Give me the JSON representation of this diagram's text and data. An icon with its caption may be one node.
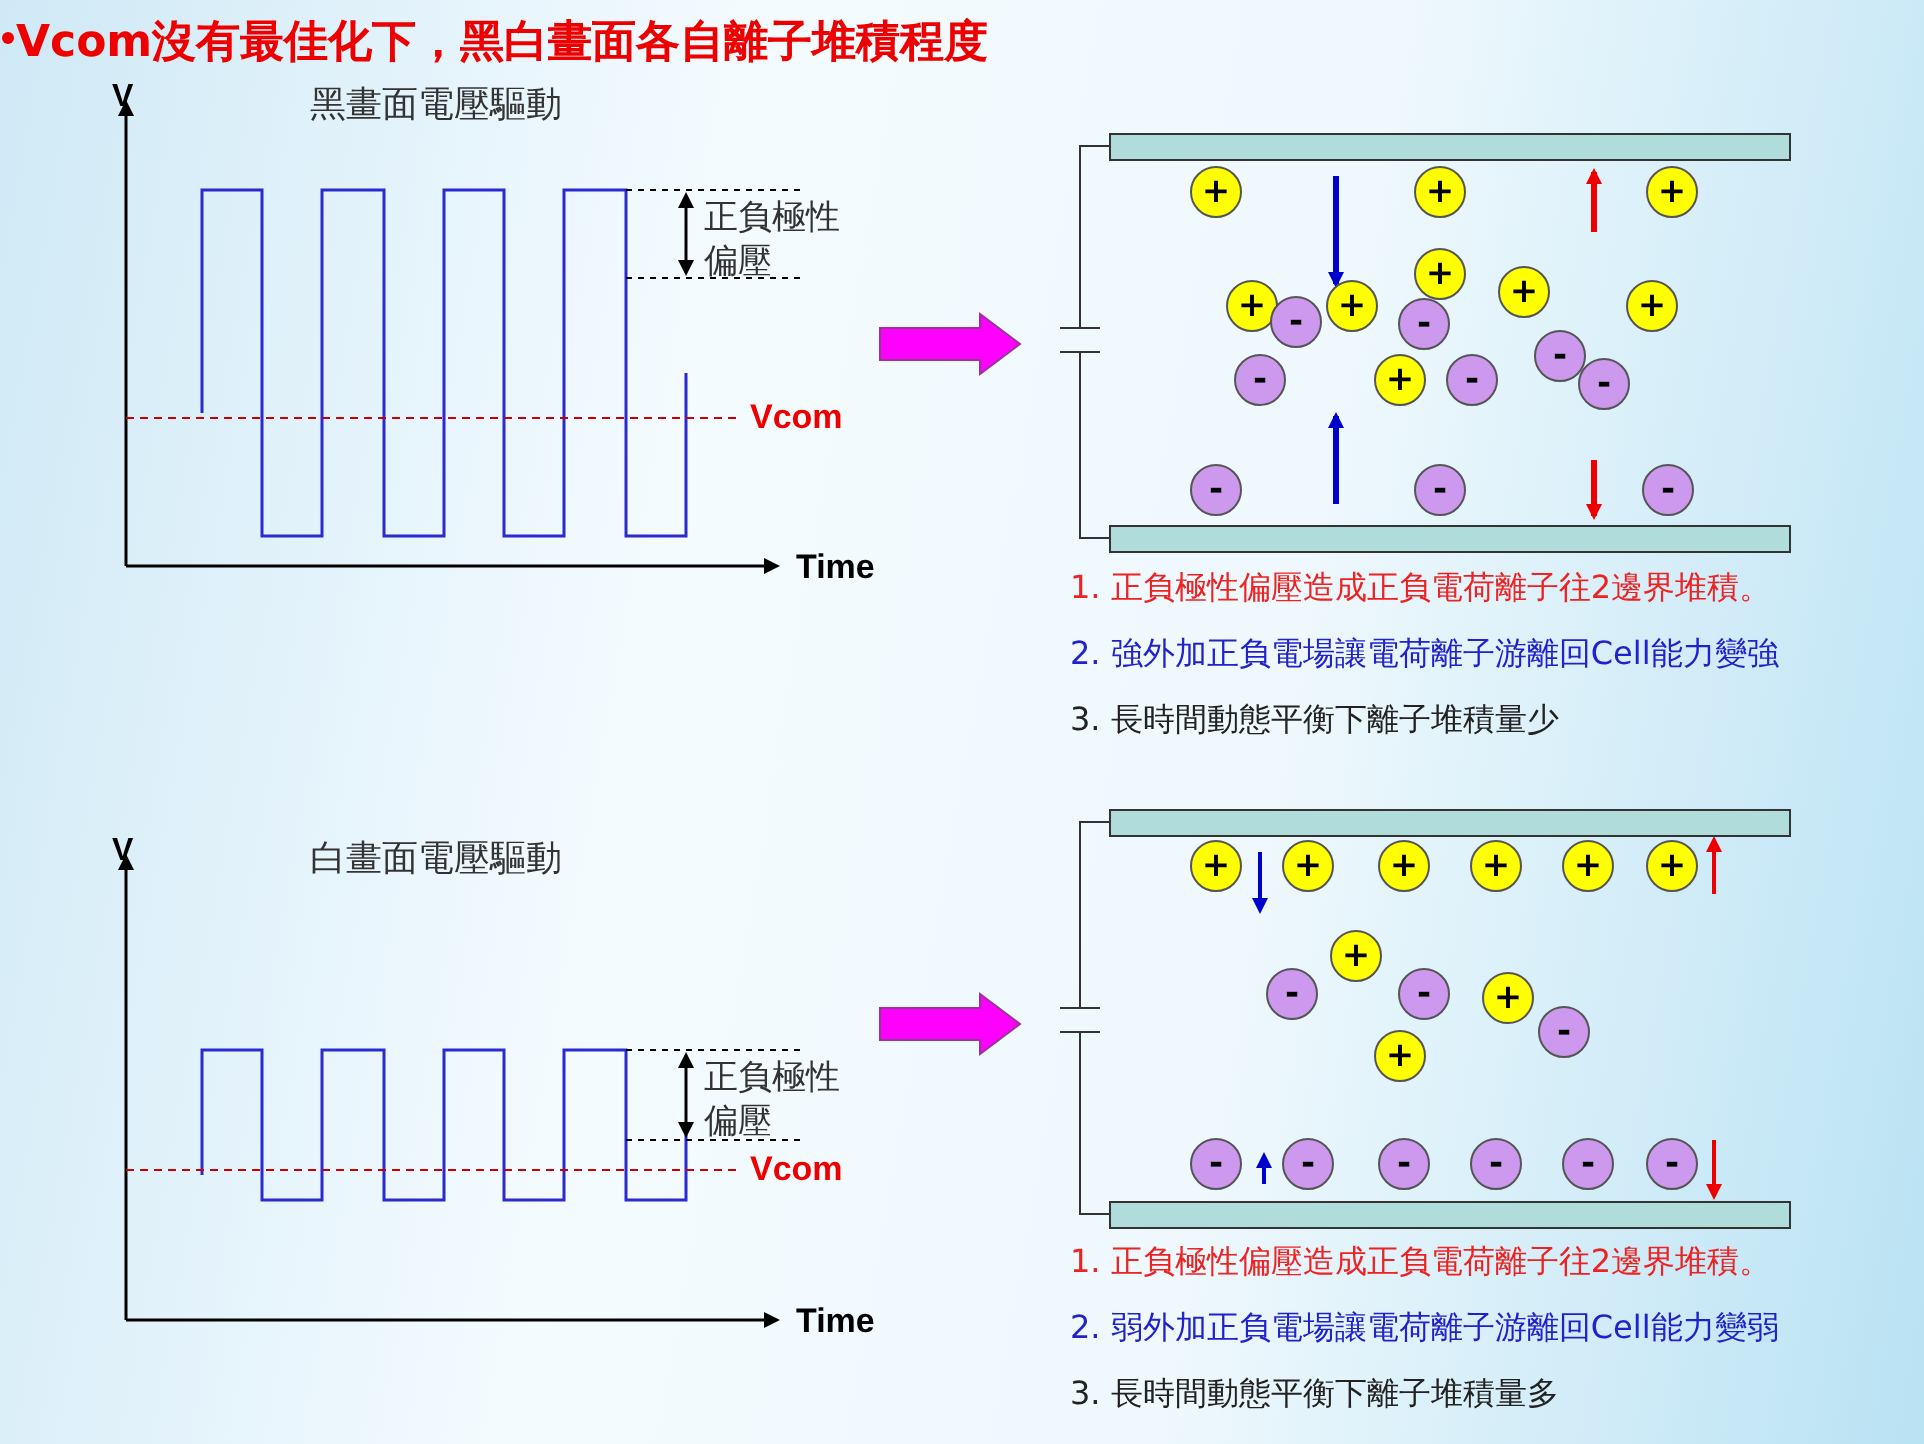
{
  "diagram": {
    "title": "Vcom沒有最佳化下，黑白畫面各自離子堆積程度",
    "nodes": [
      {
        "text": [],
        "shape": "bar"
      },
      {
        "text": [
          "+"
        ]
      },
      {
        "text": [
          "+"
        ]
      },
      {
        "text": [
          "+"
        ]
      },
      {
        "text": [
          "+"
        ]
      },
      {
        "text": [
          "-"
        ]
      },
      {
        "text": [
          "+"
        ]
      },
      {
        "text": [
          "+"
        ]
      },
      {
        "text": [
          "-"
        ]
      },
      {
        "text": [
          "+"
        ]
      },
      {
        "text": [
          "+"
        ]
      },
      {
        "text": [
          "-"
        ]
      },
      {
        "text": [
          "+"
        ]
      },
      {
        "text": [
          "-"
        ]
      },
      {
        "text": [
          "-"
        ]
      },
      {
        "text": [
          "-"
        ]
      },
      {
        "text": [
          "-"
        ]
      },
      {
        "text": [
          "-"
        ]
      },
      {
        "text": [
          "-"
        ]
      },
      {
        "text": [],
        "shape": "bar"
      },
      {
        "text": [],
        "shape": "bar"
      },
      {
        "text": [
          "+"
        ]
      },
      {
        "text": [
          "+"
        ]
      },
      {
        "text": [
          "+"
        ]
      },
      {
        "text": [
          "+"
        ]
      },
      {
        "text": [
          "+"
        ]
      },
      {
        "text": [
          "+"
        ]
      },
      {
        "text": [
          "+"
        ]
      },
      {
        "text": [
          "-"
        ]
      },
      {
        "text": [
          "-"
        ]
      },
      {
        "text": [
          "+"
        ]
      },
      {
        "text": [
          "-"
        ]
      },
      {
        "text": [
          "+"
        ]
      },
      {
        "text": [
          "-"
        ]
      },
      {
        "text": [
          "-"
        ]
      },
      {
        "text": [
          "-"
        ]
      },
      {
        "text": [
          "-"
        ]
      },
      {
        "text": [
          "-"
        ]
      },
      {
        "text": [
          "-"
        ]
      },
      {
        "text": [],
        "shape": "bar"
      }
    ],
    "labels": [
      "V",
      "黑畫面電壓驅動",
      "正負極性偏壓",
      "Vcom",
      "Time",
      "1. 正負極性偏壓造成正負電荷離子往2邊界堆積。",
      "2. 強外加正負電場讓電荷離子游離回Cell能力變強",
      "3. 長時間動態平衡下離子堆積量少",
      "V",
      "白畫面電壓驅動",
      "正負極性偏壓",
      "Vcom",
      "Time",
      "1. 正負極性偏壓造成正負電荷離子往2邊界堆積。",
      "2. 弱外加正負電場讓電荷離子游離回Cell能力變弱",
      "3. 長時間動態平衡下離子堆積量多"
    ]
  }
}
